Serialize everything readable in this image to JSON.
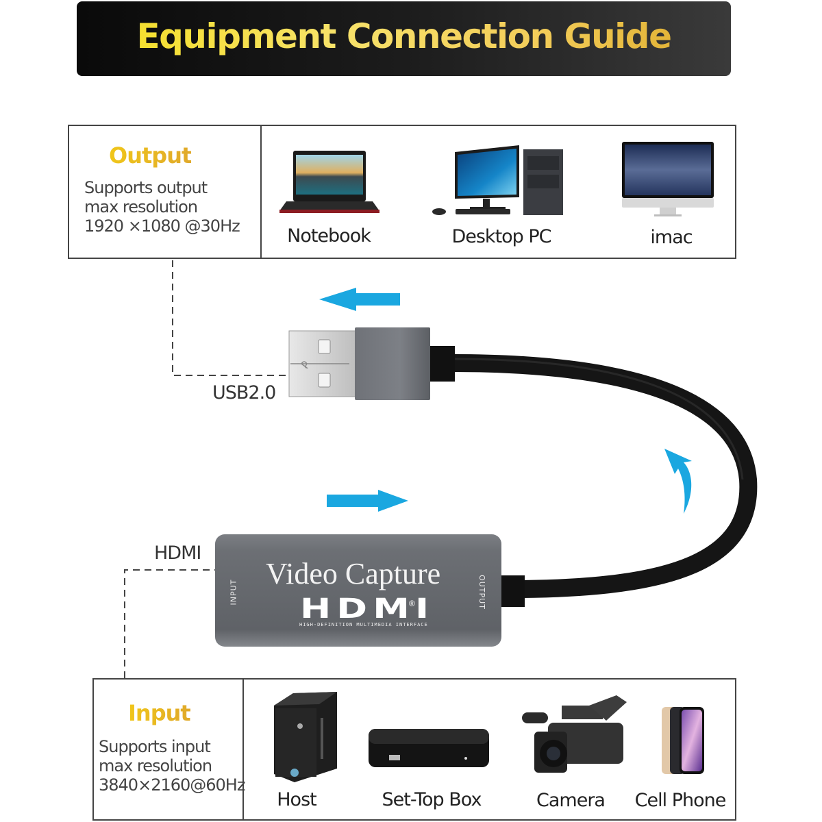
{
  "header": {
    "title": "Equipment Connection Guide"
  },
  "output_section": {
    "title": "Output",
    "description": "Supports output\nmax resolution\n1920 ×1080 @30Hz",
    "devices": [
      {
        "label": "Notebook",
        "icon": "laptop-icon"
      },
      {
        "label": "Desktop PC",
        "icon": "desktop-pc-icon"
      },
      {
        "label": "imac",
        "icon": "imac-icon"
      }
    ]
  },
  "input_section": {
    "title": "Input",
    "description": "Supports input\nmax resolution\n3840×2160@60Hz",
    "devices": [
      {
        "label": "Host",
        "icon": "pc-tower-icon"
      },
      {
        "label": "Set-Top Box",
        "icon": "set-top-box-icon"
      },
      {
        "label": "Camera",
        "icon": "video-camera-icon"
      },
      {
        "label": "Cell Phone",
        "icon": "smartphone-icon"
      }
    ]
  },
  "connectors": {
    "usb_label": "USB2.0",
    "hdmi_label": "HDMI"
  },
  "device": {
    "title": "Video Capture",
    "logo": "HDMI",
    "logo_reg": "®",
    "logo_subtitle": "HIGH-DEFINITION MULTIMEDIA INTERFACE",
    "input_label": "INPUT",
    "output_label": "OUTPUT"
  },
  "colors": {
    "arrow": "#1aa7e0",
    "title_gold": "#f0c61a",
    "device_gray": "#6e7176",
    "cable": "#151515"
  }
}
